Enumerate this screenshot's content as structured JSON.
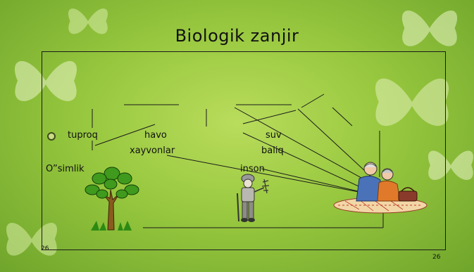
{
  "slide": {
    "title": "Biologik zanjir",
    "labels": {
      "tuproq": "tuproq",
      "havo": "havo",
      "suv": "suv",
      "xayvonlar": "xayvonlar",
      "baliq": "baliq",
      "osimlik": "O”simlik",
      "inson": "inson"
    },
    "page_number_left": "26",
    "page_number_right": "26"
  },
  "colors": {
    "background": "#98c83f",
    "line": "#1a1a1a"
  },
  "icons": [
    "bullet-icon",
    "tree-icon",
    "hunter-icon",
    "couple-icon",
    "butterfly-icon"
  ]
}
